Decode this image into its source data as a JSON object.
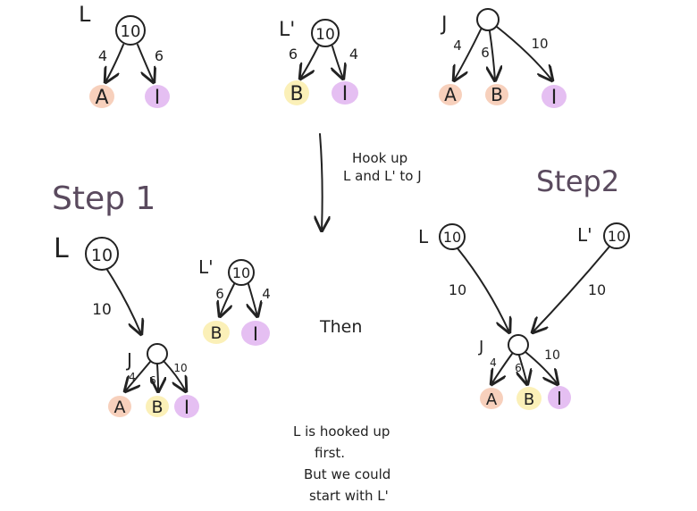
{
  "colors": {
    "A": "#f6c8b0",
    "B": "#fbeeb0",
    "I": "#e0b4f0",
    "ink": "#222222",
    "step_label": "#5a4a5e"
  },
  "top": {
    "L": {
      "label": "L",
      "root": "10",
      "edges": [
        "4",
        "6"
      ],
      "leaves": [
        "A",
        "I"
      ]
    },
    "Lp": {
      "label": "L'",
      "root": "10",
      "edges": [
        "6",
        "4"
      ],
      "leaves": [
        "B",
        "I"
      ]
    },
    "J": {
      "label": "J",
      "edges": [
        "4",
        "6",
        "10"
      ],
      "leaves": [
        "A",
        "B",
        "I"
      ]
    }
  },
  "middle_note": [
    "Hook up",
    "L and L' to J"
  ],
  "step1": {
    "title": "Step 1",
    "L": {
      "label": "L",
      "root": "10",
      "edge": "10"
    },
    "J": {
      "label": "J",
      "edges": [
        "4",
        "6",
        "10"
      ],
      "leaves": [
        "A",
        "B",
        "I"
      ]
    },
    "Lp": {
      "label": "L'",
      "root": "10",
      "edges": [
        "6",
        "4"
      ],
      "leaves": [
        "B",
        "I"
      ]
    }
  },
  "then_label": "Then",
  "step2": {
    "title": "Step2",
    "L": {
      "label": "L",
      "root": "10",
      "edge": "10"
    },
    "Lp": {
      "label": "L'",
      "root": "10",
      "edge": "10"
    },
    "J": {
      "label": "J",
      "edges": [
        "4",
        "6",
        "10"
      ],
      "leaves": [
        "A",
        "B",
        "I"
      ]
    }
  },
  "bottom_note": [
    "L is hooked up",
    "first.",
    "But we could",
    "start with L'"
  ]
}
